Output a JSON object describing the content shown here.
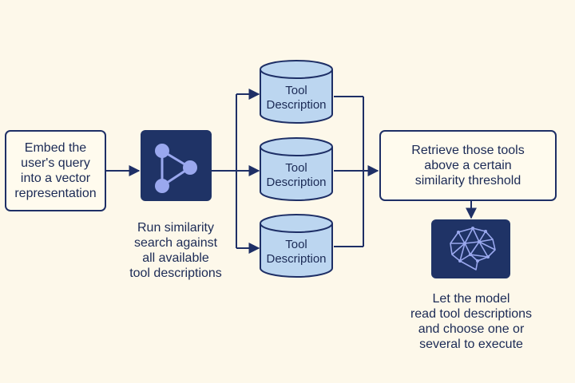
{
  "nodes": {
    "embed": {
      "lines": [
        "Embed the",
        "user's query",
        "into a vector",
        "representation"
      ]
    },
    "similarity_caption": {
      "lines": [
        "Run similarity",
        "search against",
        "all available",
        "tool descriptions"
      ]
    },
    "databases": [
      {
        "lines": [
          "Tool",
          "Description"
        ]
      },
      {
        "lines": [
          "Tool",
          "Description"
        ]
      },
      {
        "lines": [
          "Tool",
          "Description"
        ]
      }
    ],
    "retrieve": {
      "lines": [
        "Retrieve those tools",
        "above a certain",
        "similarity threshold"
      ]
    },
    "model_caption": {
      "lines": [
        "Let the model",
        "read tool descriptions",
        "and choose one or",
        "several to execute"
      ]
    }
  },
  "icons": {
    "search_tile": "graph-nodes-icon",
    "model_tile": "brain-mesh-icon"
  },
  "colors": {
    "background": "#fdf8ea",
    "stroke": "#1e2f66",
    "tile": "#1f3366",
    "cylinder_fill": "#bcd6f0",
    "icon_node": "#9aa8ee",
    "text": "#1b2a55"
  }
}
